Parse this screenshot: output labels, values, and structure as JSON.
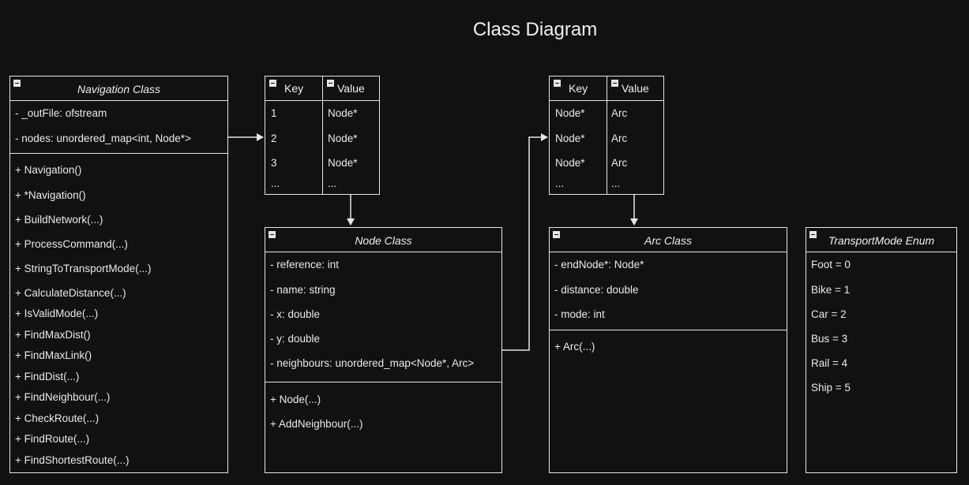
{
  "title": "Class Diagram",
  "navigation": {
    "header": "Navigation Class",
    "attributes": [
      "- _outFile: ofstream",
      "- nodes: unordered_map<int, Node*>"
    ],
    "methods": [
      "+ Navigation()",
      "+ *Navigation()",
      "+ BuildNetwork(...)",
      "+ ProcessCommand(...)",
      "+ StringToTransportMode(...)",
      "+ CalculateDistance(...)",
      "+ IsValidMode(...)",
      "+ FindMaxDist()",
      "+ FindMaxLink()",
      "+ FindDist(...)",
      "+ FindNeighbour(...)",
      "+ CheckRoute(...)",
      "+ FindRoute(...)",
      "+ FindShortestRoute(...)"
    ]
  },
  "map1": {
    "key_header": "Key",
    "value_header": "Value",
    "keys": [
      "1",
      "2",
      "3",
      "..."
    ],
    "values": [
      "Node*",
      "Node*",
      "Node*",
      "..."
    ]
  },
  "map2": {
    "key_header": "Key",
    "value_header": "Value",
    "keys": [
      "Node*",
      "Node*",
      "Node*",
      "..."
    ],
    "values": [
      "Arc",
      "Arc",
      "Arc",
      "..."
    ]
  },
  "node": {
    "header": "Node Class",
    "attributes": [
      "- reference: int",
      "- name: string",
      "- x: double",
      "- y: double",
      "- neighbours: unordered_map<Node*, Arc>"
    ],
    "methods": [
      "+ Node(...)",
      "+ AddNeighbour(...)"
    ]
  },
  "arc": {
    "header": "Arc Class",
    "attributes": [
      "- endNode*: Node*",
      "- distance: double",
      "- mode: int"
    ],
    "methods": [
      "+ Arc(...)"
    ]
  },
  "transport": {
    "header": "TransportMode Enum",
    "values": [
      "Foot = 0",
      "Bike = 1",
      "Car = 2",
      "Bus = 3",
      "Rail = 4",
      "Ship = 5"
    ]
  }
}
